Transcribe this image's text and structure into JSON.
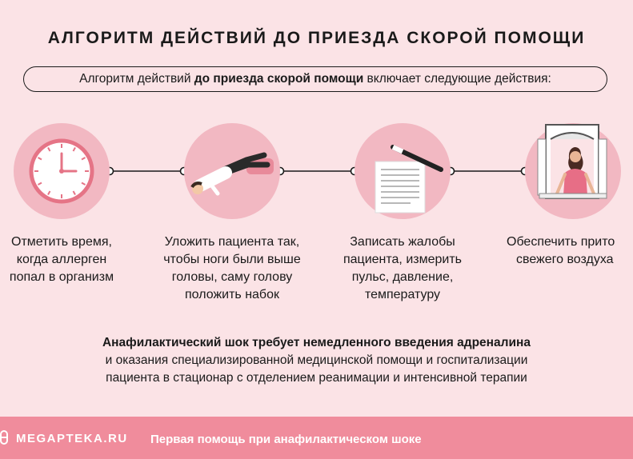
{
  "title": "АЛГОРИТМ ДЕЙСТВИЙ ДО ПРИЕЗДА СКОРОЙ ПОМОЩИ",
  "intro": {
    "part1": "Алгоритм действий ",
    "bold": "до приезда скорой помощи",
    "part2": " включает следующие действия:"
  },
  "steps": [
    {
      "icon": "clock-icon",
      "lines": [
        "Отметить время,",
        "когда аллерген",
        "попал в организм"
      ]
    },
    {
      "icon": "lying-patient-icon",
      "lines": [
        "Уложить пациента так,",
        "чтобы ноги были выше",
        "головы, саму голову",
        "положить набок"
      ]
    },
    {
      "icon": "paper-pen-icon",
      "lines": [
        "Записать жалобы",
        "пациента, измерить",
        "пульс, давление,",
        "температуру"
      ]
    },
    {
      "icon": "open-window-icon",
      "lines": [
        "Обеспечить прито",
        "свежего воздуха"
      ]
    }
  ],
  "bottom": {
    "bold": "Анафилактический шок требует немедленного введения адреналина",
    "line2": "и оказания специализированной медицинской помощи и госпитализации",
    "line3": "пациента в стационар с отделением реанимации и интенсивной терапии"
  },
  "footer": {
    "brand": "MEGAPTEKA.RU",
    "text": "Первая помощь при анафилактическом шоке"
  },
  "colors": {
    "background": "#fbe3e6",
    "circle": "#f2b8c2",
    "footer": "#f08c9c",
    "text": "#1a1a1a"
  }
}
